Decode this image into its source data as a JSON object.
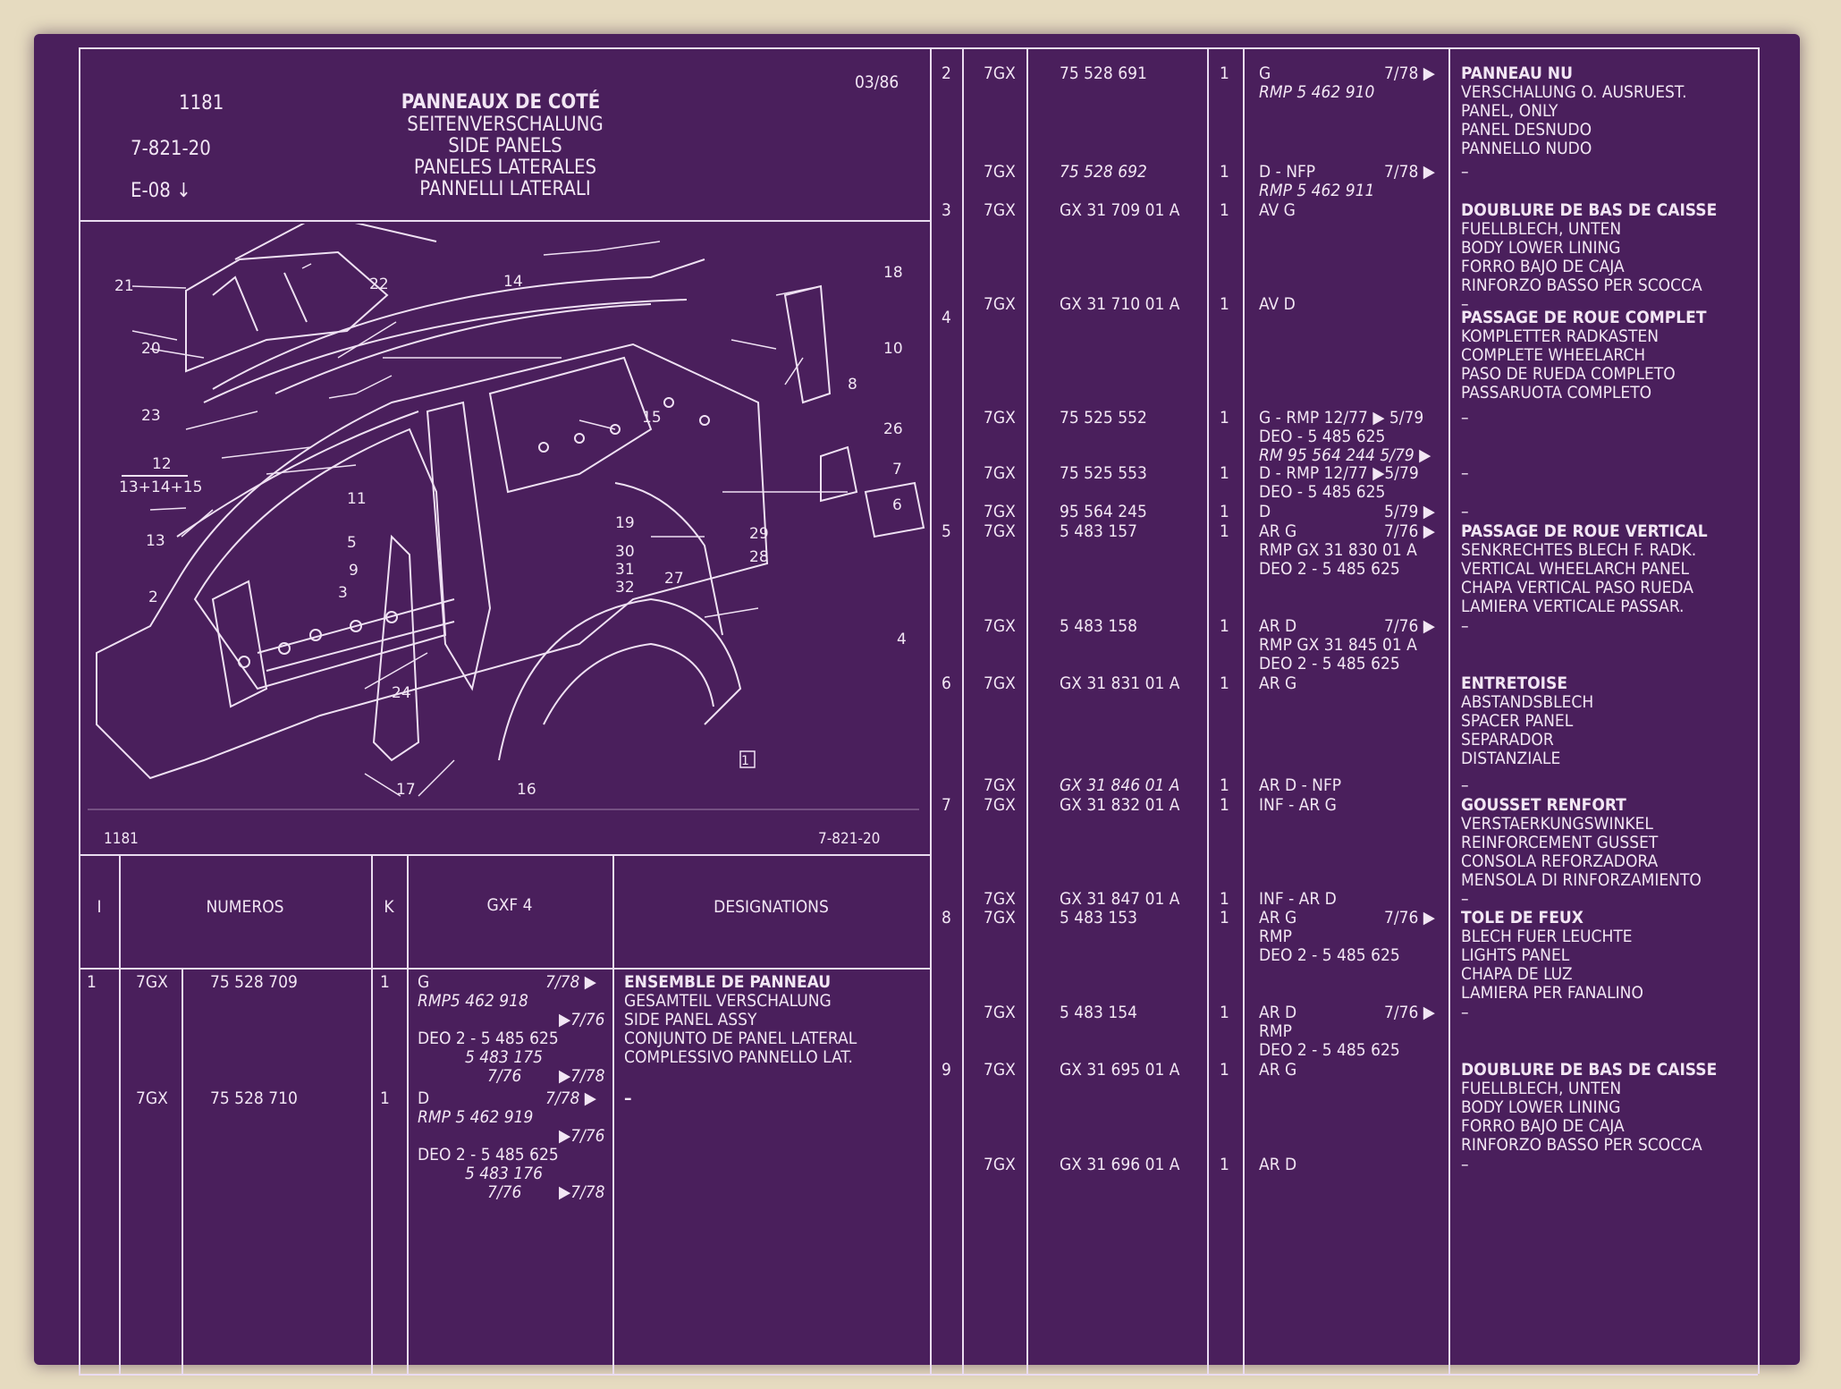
{
  "header": {
    "catalog_no": "1181",
    "ref": "7-821-20",
    "sub_ref": "E-08 ↓",
    "date": "03/86",
    "titles": [
      "PANNEAUX  DE COTÉ",
      "SEITENVERSCHALUNG",
      "SIDE PANELS",
      "PANELES LATERALES",
      "PANNELLI LATERALI"
    ]
  },
  "diagram": {
    "footer_left": "1181",
    "footer_right": "7-821-20",
    "box_label": "1",
    "fraction_top": "12",
    "fraction_bottom": "13+14+15",
    "callouts": [
      "21",
      "22",
      "14",
      "18",
      "20",
      "23",
      "10",
      "8",
      "26",
      "15",
      "7",
      "11",
      "13",
      "5",
      "6",
      "19",
      "29",
      "30",
      "28",
      "9",
      "31",
      "27",
      "2",
      "32",
      "3",
      "4",
      "24",
      "17",
      "16",
      "12"
    ]
  },
  "table_headers": {
    "col_i": "I",
    "col_numeros": "NUMEROS",
    "col_k": "K",
    "col_model": "GXF 4",
    "col_designations": "DESIGNATIONS"
  },
  "left_rows": [
    {
      "idx": "1",
      "code": "7GX",
      "num": "75  528  709",
      "k": "1",
      "lines": [
        "G",
        "RMP5 462 918",
        "",
        "DEO 2 - 5  485 625",
        "5 483 175",
        "7/76"
      ],
      "lines_right": [
        "7/78 ▶",
        "",
        "▶7/76",
        "",
        "",
        "▶7/78"
      ],
      "desig": [
        "ENSEMBLE DE PANNEAU",
        "GESAMTEIL VERSCHALUNG",
        "SIDE PANEL ASSY",
        "CONJUNTO DE PANEL LATERAL",
        "COMPLESSIVO PANNELLO LAT."
      ]
    },
    {
      "idx": "",
      "code": "7GX",
      "num": "75  528  710",
      "k": "1",
      "lines": [
        "D",
        "RMP  5 462 919",
        "",
        "DEO 2 - 5  485 625",
        "5 483 176",
        "7/76"
      ],
      "lines_right": [
        "7/78 ▶",
        "",
        "▶7/76",
        "",
        "",
        "▶7/78"
      ],
      "desig": [
        "–"
      ]
    }
  ],
  "right_rows": [
    {
      "idx": "2",
      "code": "7GX",
      "num": "75  528  691",
      "k": "1",
      "lines": [
        "G",
        "RMP  5 462 910"
      ],
      "dates": [
        "7/78 ▶",
        ""
      ],
      "desig": [
        "PANNEAU NU",
        "VERSCHALUNG O. AUSRUEST.",
        "PANEL, ONLY",
        "PANEL DESNUDO",
        "PANNELLO NUDO"
      ]
    },
    {
      "idx": "",
      "code": "7GX",
      "num": "75  528  692",
      "k": "1",
      "lines": [
        "D - NFP",
        "RMP  5 462 911"
      ],
      "dates": [
        "7/78 ▶",
        ""
      ],
      "desig": [
        "–"
      ]
    },
    {
      "idx": "3",
      "code": "7GX",
      "num": "GX  31  709  01  A",
      "k": "1",
      "lines": [
        "AV G"
      ],
      "dates": [
        ""
      ],
      "desig": [
        "DOUBLURE DE BAS DE CAISSE",
        "FUELLBLECH, UNTEN",
        "BODY LOWER LINING",
        "FORRO BAJO DE CAJA",
        "RINFORZO BASSO PER SCOCCA"
      ]
    },
    {
      "idx": "",
      "code": "7GX",
      "num": "GX  31  710  01  A",
      "k": "1",
      "lines": [
        "AV D"
      ],
      "dates": [
        ""
      ],
      "desig": [
        "–"
      ]
    },
    {
      "idx": "4",
      "code": "",
      "num": "",
      "k": "",
      "lines": [],
      "dates": [],
      "desig": [
        "PASSAGE DE ROUE COMPLET",
        "KOMPLETTER RADKASTEN",
        "COMPLETE WHEELARCH",
        "PASO DE RUEDA COMPLETO",
        "PASSARUOTA COMPLETO"
      ]
    },
    {
      "idx": "",
      "code": "7GX",
      "num": "75  525  552",
      "k": "1",
      "lines": [
        "G - RMP  12/77 ▶ 5/79",
        "DEO - 5 485 625",
        "RM 95 564 244   5/79 ▶"
      ],
      "dates": [
        "",
        "",
        ""
      ],
      "desig": [
        "–"
      ]
    },
    {
      "idx": "",
      "code": "7GX",
      "num": "75  525  553",
      "k": "1",
      "lines": [
        "D - RMP  12/77  ▶5/79",
        "DEO - 5 485 625"
      ],
      "dates": [
        "",
        ""
      ],
      "desig": [
        "–"
      ]
    },
    {
      "idx": "",
      "code": "7GX",
      "num": "95  564  245",
      "k": "1",
      "lines": [
        "D"
      ],
      "dates": [
        "5/79 ▶"
      ],
      "desig": [
        "–"
      ]
    },
    {
      "idx": "5",
      "code": "7GX",
      "num": "5  483  157",
      "k": "1",
      "lines": [
        "AR G",
        "RMP   GX 31 830 01 A",
        "DEO 2 - 5 485 625"
      ],
      "dates": [
        "7/76 ▶",
        "",
        ""
      ],
      "desig": [
        "PASSAGE DE ROUE VERTICAL",
        "SENKRECHTES BLECH F. RADK.",
        "VERTICAL WHEELARCH PANEL",
        "CHAPA VERTICAL PASO RUEDA",
        "LAMIERA VERTICALE PASSAR."
      ]
    },
    {
      "idx": "",
      "code": "7GX",
      "num": "5  483  158",
      "k": "1",
      "lines": [
        "AR D",
        "RMP    GX 31 845 01 A",
        "DEO 2 - 5 485 625"
      ],
      "dates": [
        "7/76 ▶",
        "",
        ""
      ],
      "desig": [
        "–"
      ]
    },
    {
      "idx": "6",
      "code": "7GX",
      "num": "GX  31  831  01  A",
      "k": "1",
      "lines": [
        "AR G"
      ],
      "dates": [
        ""
      ],
      "desig": [
        "ENTRETOISE",
        "ABSTANDSBLECH",
        "SPACER PANEL",
        "SEPARADOR",
        "DISTANZIALE"
      ]
    },
    {
      "idx": "",
      "code": "7GX",
      "num": "GX  31  846  01  A",
      "k": "1",
      "lines": [
        "AR D - NFP"
      ],
      "dates": [
        ""
      ],
      "desig": [
        "–"
      ]
    },
    {
      "idx": "7",
      "code": "7GX",
      "num": "GX  31  832  01  A",
      "k": "1",
      "lines": [
        "INF - AR G"
      ],
      "dates": [
        ""
      ],
      "desig": [
        "GOUSSET RENFORT",
        "VERSTAERKUNGSWINKEL",
        "REINFORCEMENT GUSSET",
        "CONSOLA REFORZADORA",
        "MENSOLA DI RINFORZAMIENTO"
      ]
    },
    {
      "idx": "",
      "code": "7GX",
      "num": "GX  31  847  01  A",
      "k": "1",
      "lines": [
        "INF - AR D"
      ],
      "dates": [
        ""
      ],
      "desig": [
        "–"
      ]
    },
    {
      "idx": "8",
      "code": "7GX",
      "num": "5  483  153",
      "k": "1",
      "lines": [
        "AR G",
        "RMP",
        "DEO 2 - 5 485 625"
      ],
      "dates": [
        "7/76 ▶",
        "",
        ""
      ],
      "desig": [
        "TOLE DE FEUX",
        "BLECH FUER LEUCHTE",
        "LIGHTS PANEL",
        "CHAPA DE LUZ",
        "LAMIERA PER FANALINO"
      ]
    },
    {
      "idx": "",
      "code": "7GX",
      "num": "5  483  154",
      "k": "1",
      "lines": [
        "AR D",
        "RMP",
        "DEO 2 - 5 485 625"
      ],
      "dates": [
        "7/76 ▶",
        "",
        ""
      ],
      "desig": [
        "–"
      ]
    },
    {
      "idx": "9",
      "code": "7GX",
      "num": "GX  31  695  01  A",
      "k": "1",
      "lines": [
        "AR G"
      ],
      "dates": [
        ""
      ],
      "desig": [
        "DOUBLURE DE BAS DE CAISSE",
        "FUELLBLECH, UNTEN",
        "BODY LOWER LINING",
        "FORRO BAJO DE CAJA",
        "RINFORZO BASSO PER SCOCCA"
      ]
    },
    {
      "idx": "",
      "code": "7GX",
      "num": "GX  31  696  01  A",
      "k": "1",
      "lines": [
        "AR D"
      ],
      "dates": [
        ""
      ],
      "desig": [
        "–"
      ]
    }
  ],
  "colors": {
    "background": "#4a1f5c",
    "ink": "#f2e6f4",
    "paper": "#e6dbc0"
  }
}
